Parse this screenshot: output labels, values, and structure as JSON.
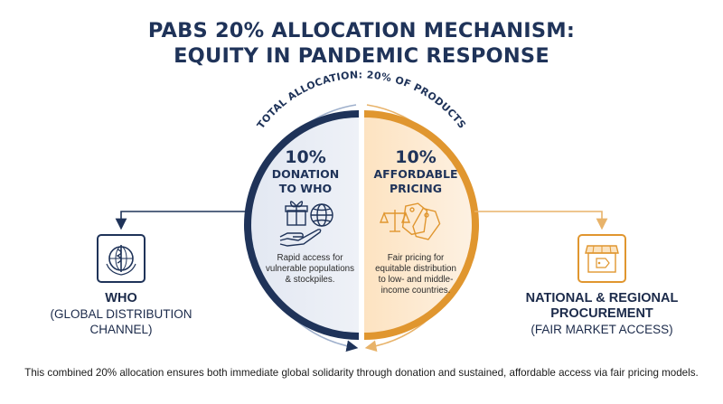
{
  "title": {
    "line1": "PABS 20% ALLOCATION MECHANISM:",
    "line2": "EQUITY IN PANDEMIC RESPONSE"
  },
  "arc_label": "TOTAL ALLOCATION: 20% OF PRODUCTS",
  "left_half": {
    "percent": "10%",
    "heading_line1": "DONATION",
    "heading_line2": "TO WHO",
    "desc_line1": "Rapid access for",
    "desc_line2": "vulnerable populations",
    "desc_line3": "& stockpiles.",
    "icons": [
      "gift-icon",
      "globe-icon",
      "hand-icon"
    ],
    "color": "#1f3359",
    "fill": "#e6eaf3"
  },
  "right_half": {
    "percent": "10%",
    "heading_line1": "AFFORDABLE",
    "heading_line2": "PRICING",
    "desc_line1": "Fair pricing for",
    "desc_line2": "equitable distribution",
    "desc_line3": "to low- and middle-",
    "desc_line4": "income countries.",
    "icons": [
      "price-tags-icon",
      "scales-icon"
    ],
    "color": "#e0962f",
    "fill": "#fdebd4"
  },
  "left_node": {
    "label_bold": "WHO",
    "label_line2": "(GLOBAL DISTRIBUTION",
    "label_line3": "CHANNEL)",
    "icon": "who-emblem-icon"
  },
  "right_node": {
    "label_bold_line1": "NATIONAL & REGIONAL",
    "label_bold_line2": "PROCUREMENT",
    "label_line3": "(FAIR MARKET ACCESS)",
    "icon": "storefront-icon"
  },
  "footer": "This combined 20% allocation ensures both immediate global solidarity through donation and sustained, affordable access via fair pricing models."
}
